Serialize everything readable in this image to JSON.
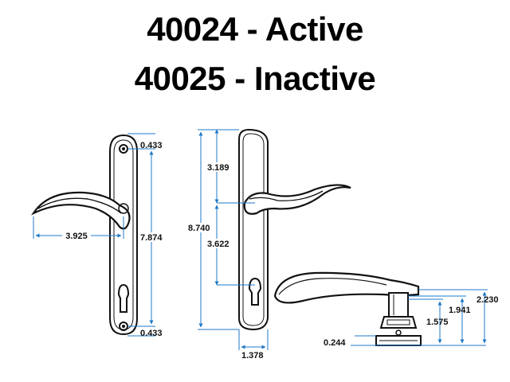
{
  "titles": {
    "line1": "40024 - Active",
    "line2": "40025 - Inactive"
  },
  "dimensions": {
    "top_hole_offset": "0.433",
    "lever_length": "3.925",
    "hole_spacing": "7.874",
    "bottom_hole_offset": "0.433",
    "top_to_lever": "3.189",
    "overall_height": "8.740",
    "lever_to_cylinder": "3.622",
    "plate_width": "1.378",
    "overall_projection": "2.230",
    "rose_projection": "1.941",
    "shank_height": "1.575",
    "rose_thickness": "0.244"
  },
  "colors": {
    "dimension_line": "#1f78c8",
    "outline": "#111111",
    "background": "#ffffff"
  }
}
